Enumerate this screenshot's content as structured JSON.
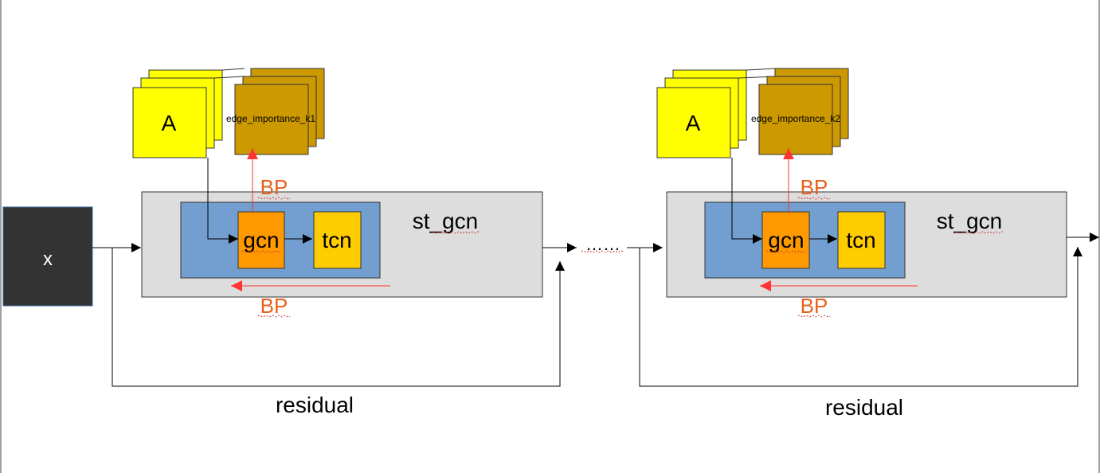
{
  "input": {
    "label": "x"
  },
  "blocks": [
    {
      "adjacency_label": "A",
      "edge_importance_label": "edge_importance_k1",
      "stgcn_label": "st_gcn",
      "gcn_label": "gcn",
      "tcn_label": "tcn",
      "bp_top": "BP",
      "bp_bottom": "BP",
      "residual_label": "residual"
    },
    {
      "adjacency_label": "A",
      "edge_importance_label": "edge_importance_k2",
      "stgcn_label": "st_gcn",
      "gcn_label": "gcn",
      "tcn_label": "tcn",
      "bp_top": "BP",
      "bp_bottom": "BP",
      "residual_label": "residual"
    }
  ],
  "ellipsis": "……",
  "colors": {
    "input_box": "#333333",
    "stgcn_box": "#dddddd",
    "inner_box": "#729fcf",
    "gcn_box": "#ff9900",
    "tcn_box": "#ffcc00",
    "adjacency": "#ffff00",
    "edge_importance": "#cc9900",
    "bp_arrow": "#ff3333",
    "bp_text": "#e8601c"
  }
}
